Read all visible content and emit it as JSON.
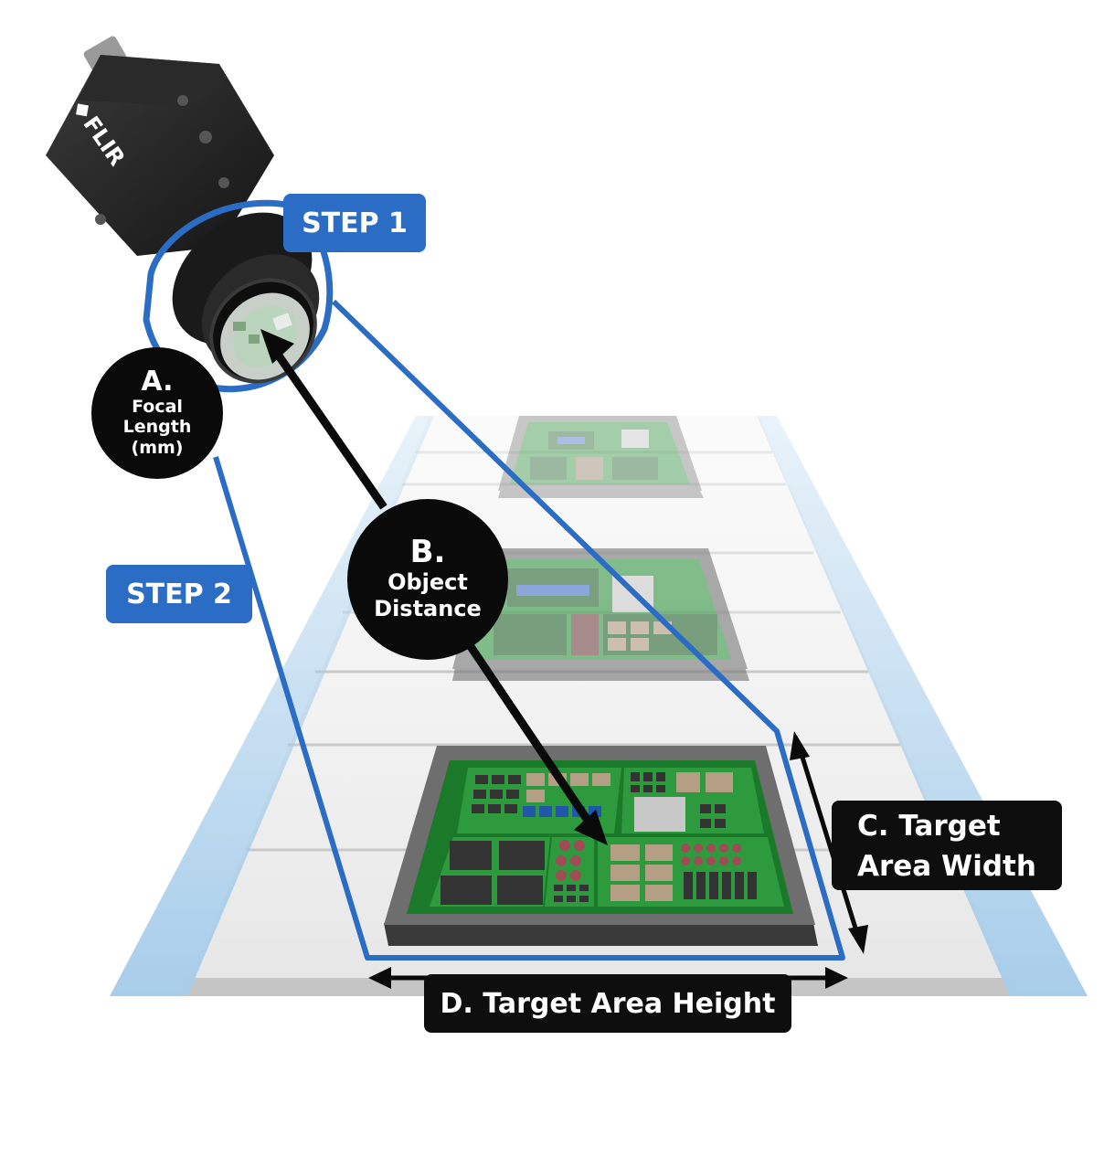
{
  "brand": {
    "logo_text": "FLIR"
  },
  "steps": {
    "step1": "STEP 1",
    "step2": "STEP 2"
  },
  "labels": {
    "a_letter": "A.",
    "a_line1": "Focal",
    "a_line2": "Length",
    "a_line3": "(mm)",
    "b_letter": "B.",
    "b_line1": "Object",
    "b_line2": "Distance",
    "c_line1": "C. Target",
    "c_line2": "Area Width",
    "d_text": "D. Target Area Height"
  },
  "colors": {
    "accent_blue": "#2b6cc4",
    "rail_blue": "#a8cdea",
    "board_green": "#2e8b3e",
    "label_black": "#0e0e0e"
  }
}
